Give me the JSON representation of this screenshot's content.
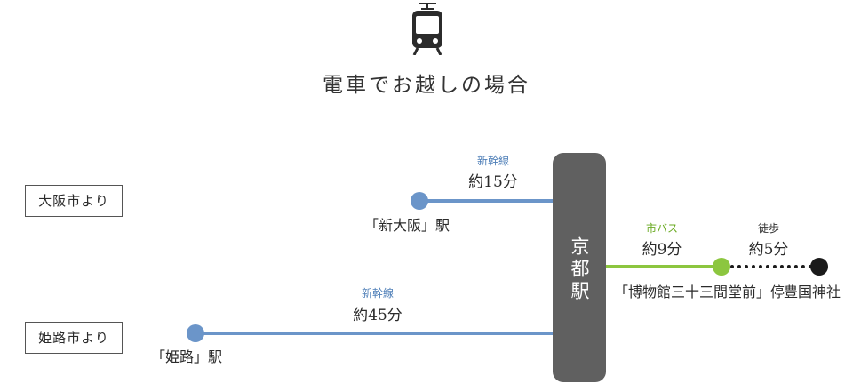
{
  "header": {
    "icon": "train-icon",
    "title": "電車でお越しの場合"
  },
  "colors": {
    "shinkansen": "#6b95c9",
    "bus": "#8cc63f",
    "walk": "#1a1a1a",
    "hub": "#606060"
  },
  "hub": {
    "label": "京都駅"
  },
  "routes": [
    {
      "origin": "大阪市より",
      "mode": "新幹線",
      "duration": "約15分",
      "station": "「新大阪」駅"
    },
    {
      "origin": "姫路市より",
      "mode": "新幹線",
      "duration": "約45分",
      "station": "「姫路」駅"
    }
  ],
  "onward": {
    "bus": {
      "mode": "市バス",
      "duration": "約9分",
      "stop": "「博物館三十三間堂前」停"
    },
    "walk": {
      "mode": "徒歩",
      "duration": "約5分",
      "destination": "豊国神社"
    }
  }
}
